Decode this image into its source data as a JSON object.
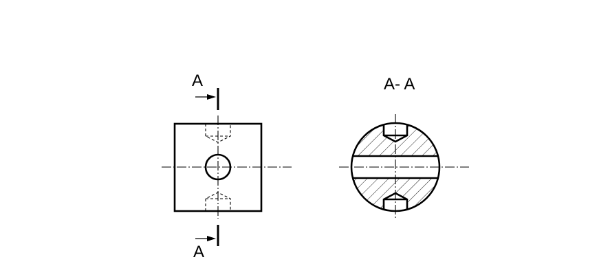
{
  "labels": {
    "section_top": "A",
    "section_bottom": "A",
    "section_view_title": "A- A"
  }
}
